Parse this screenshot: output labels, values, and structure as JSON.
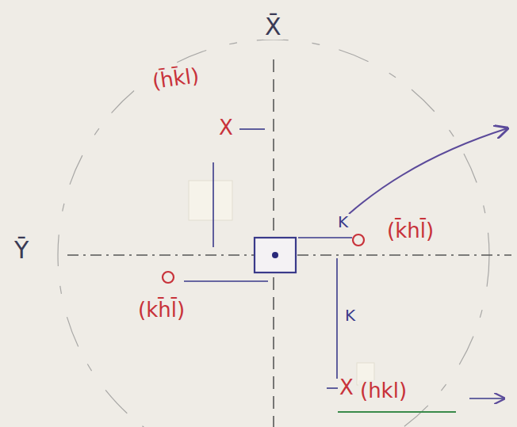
{
  "diagram": {
    "labels": [
      "X̄",
      "Ȳ",
      "(h̄k̄l)",
      "X",
      "K",
      "(k̄hl̄)",
      "(kh̄l̄)",
      "K",
      "X",
      "(hkl)"
    ]
  }
}
